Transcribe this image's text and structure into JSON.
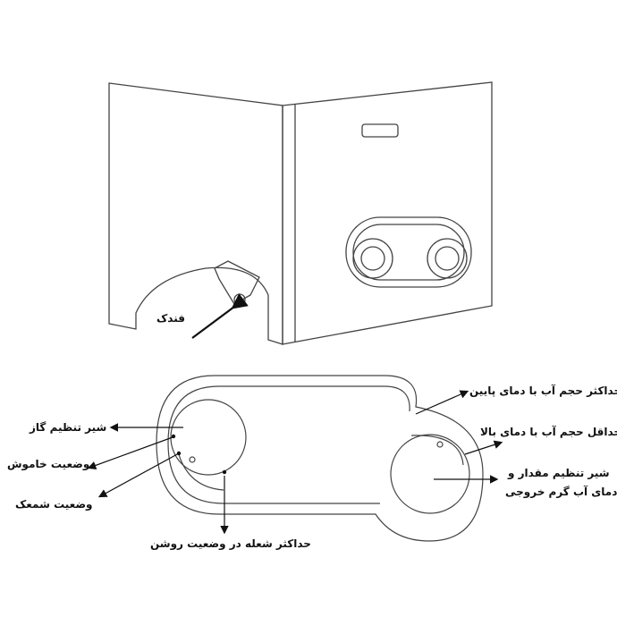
{
  "heater_labels": {
    "lighter": "فندک"
  },
  "panel_labels": {
    "max_volume_low_temp": "حداکثر حجم آب با دمای پایین",
    "min_volume_high_temp": "حداقل حجم آب با دمای بالا",
    "water_valve_line1": "شیر تنظیم مقدار و",
    "water_valve_line2": "دمای آب گرم خروجی",
    "gas_valve": "شیر تنظیم گاز",
    "off_state": "وضعیت خاموش",
    "pilot_state": "وضعیت شمعک",
    "max_flame": "حداکثر شعله در وضعیت روشن"
  },
  "colors": {
    "line": "#333333",
    "background": "#ffffff"
  }
}
